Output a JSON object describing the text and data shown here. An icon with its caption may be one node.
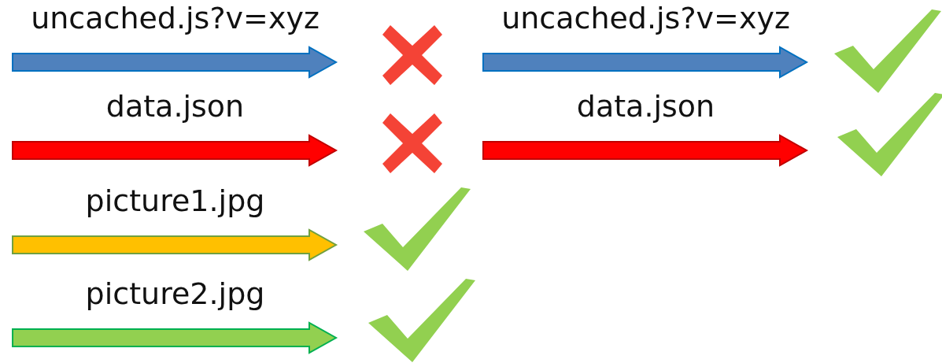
{
  "diagram": {
    "nodes": [
      {
        "text": [
          "uncached.js?v=xyz"
        ]
      },
      {
        "text": [
          "uncached.js?v=xyz"
        ]
      },
      {
        "text": [
          "data.json"
        ]
      },
      {
        "text": [
          "data.json"
        ]
      },
      {
        "text": [
          "picture1.jpg"
        ]
      },
      {
        "text": [
          "picture2.jpg"
        ]
      }
    ]
  }
}
